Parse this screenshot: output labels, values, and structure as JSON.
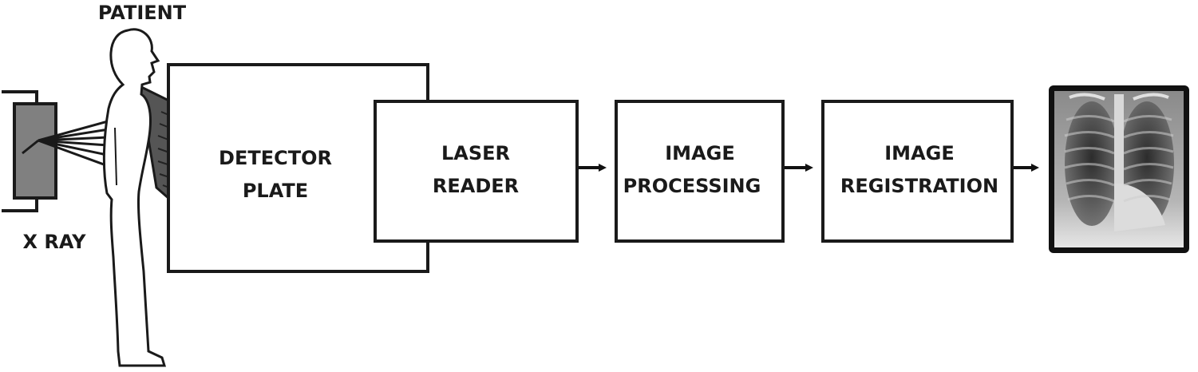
{
  "labels": {
    "patient": "PATIENT",
    "xray": "X RAY"
  },
  "stages": {
    "detector": [
      "DETECTOR",
      "PLATE"
    ],
    "laser": [
      "LASER",
      "READER"
    ],
    "processing": [
      "IMAGE",
      "PROCESSING"
    ],
    "registration": [
      "IMAGE",
      "REGISTRATION"
    ]
  },
  "colors": {
    "line": "#1a1a1a",
    "source_fill": "#808080",
    "plate_fill": "#555555",
    "xray_frame": "#111111"
  },
  "icons": {
    "xray_source": "xray-source-icon",
    "patient": "patient-silhouette-icon",
    "plate": "detector-plate-icon",
    "result": "chest-xray-image-icon"
  }
}
